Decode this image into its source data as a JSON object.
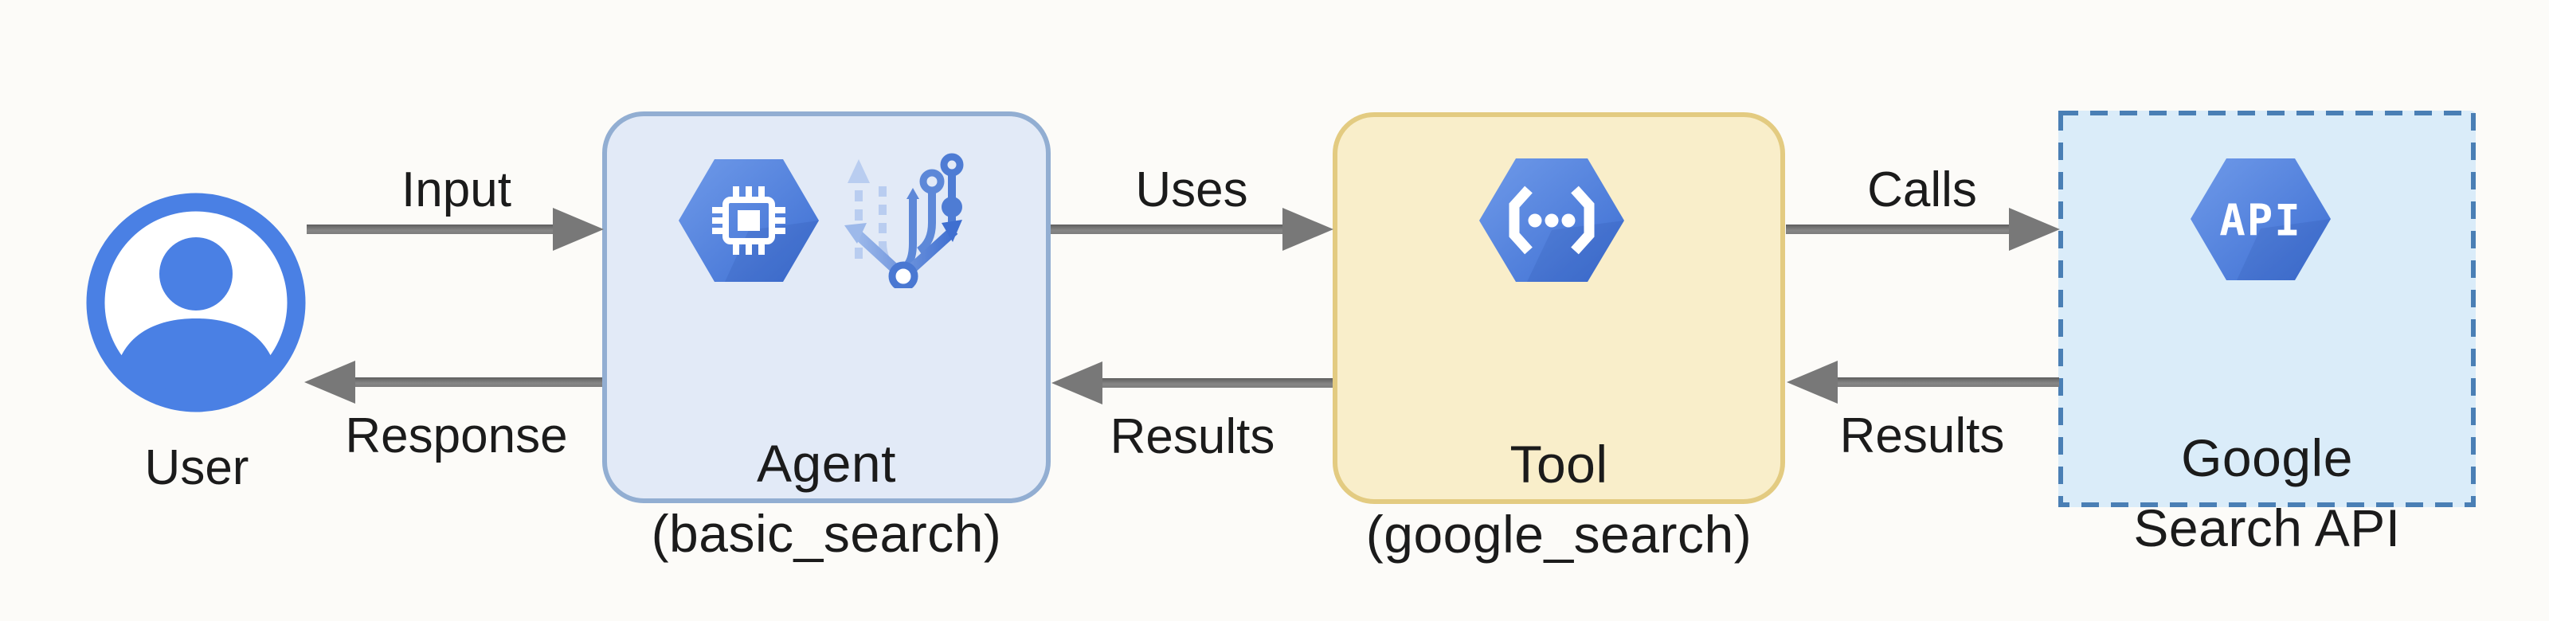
{
  "diagram": {
    "user": {
      "label": "User",
      "icon": "user-avatar-icon"
    },
    "agent": {
      "title": "Agent",
      "subtitle": "(basic_search)",
      "icons": [
        "compute-chip-hexagon-icon",
        "branch-flow-icon"
      ]
    },
    "tool": {
      "title": "Tool",
      "subtitle": "(google_search)",
      "icon": "code-brackets-hexagon-icon"
    },
    "api": {
      "line1": "Google",
      "line2": "Search API",
      "hex_label": "API",
      "icon": "api-hexagon-icon"
    },
    "arrows": {
      "input": {
        "label": "Input",
        "direction": "right",
        "from": "user",
        "to": "agent"
      },
      "uses": {
        "label": "Uses",
        "direction": "right",
        "from": "agent",
        "to": "tool"
      },
      "calls": {
        "label": "Calls",
        "direction": "right",
        "from": "tool",
        "to": "api"
      },
      "response": {
        "label": "Response",
        "direction": "left",
        "from": "agent",
        "to": "user"
      },
      "results_mid": {
        "label": "Results",
        "direction": "left",
        "from": "tool",
        "to": "agent"
      },
      "results_right": {
        "label": "Results",
        "direction": "left",
        "from": "api",
        "to": "tool"
      }
    }
  },
  "theme": {
    "bg": "#fcfbf8",
    "ink": "#1b1b1b",
    "arrow": "#787878",
    "agent-fill": "#e2eaf7",
    "agent-border": "#92aed2",
    "tool-fill": "#f9eeca",
    "tool-border": "#e3cb81",
    "api-fill": "#daecf9",
    "api-border": "#4a7fb5",
    "hex-blue": "#4c7ee0",
    "hex-blue-light": "#6f9ae9",
    "hex-blue-dark": "#3d6ed2",
    "user-blue": "#4a80e4"
  }
}
